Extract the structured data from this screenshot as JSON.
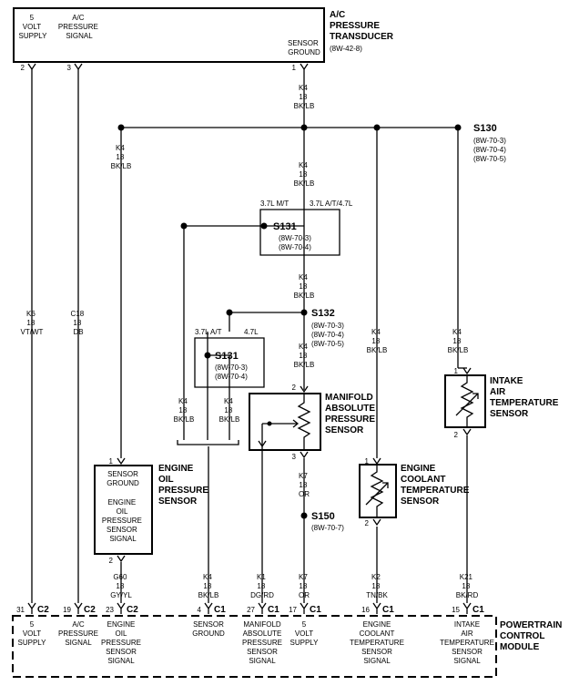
{
  "transducer": {
    "name": [
      "A/C",
      "PRESSURE",
      "TRANSDUCER"
    ],
    "ref": "(8W-42-8)",
    "pin_5v": [
      "5",
      "VOLT",
      "SUPPLY"
    ],
    "pin_signal": [
      "A/C",
      "PRESSURE",
      "SIGNAL"
    ],
    "pin_ground": [
      "SENSOR",
      "GROUND"
    ],
    "pin_num_2": "2",
    "pin_num_3": "3",
    "pin_num_1": "1"
  },
  "wires": {
    "k4": [
      "K4",
      "18",
      "BK/LB"
    ],
    "k6": [
      "K6",
      "18",
      "VT/WT"
    ],
    "c18": [
      "C18",
      "18",
      "DB"
    ],
    "g60": [
      "G60",
      "18",
      "GY/YL"
    ],
    "k1": [
      "K1",
      "18",
      "DG/RD"
    ],
    "k7": [
      "K7",
      "18",
      "OR"
    ],
    "k2": [
      "K2",
      "18",
      "TN/BK"
    ],
    "k21": [
      "K21",
      "18",
      "BK/RD"
    ]
  },
  "splices": {
    "s130": {
      "label": "S130",
      "refs": [
        "(8W-70-3)",
        "(8W-70-4)",
        "(8W-70-5)"
      ]
    },
    "s131": {
      "label": "S131",
      "refs": [
        "(8W-70-3)",
        "(8W-70-4)"
      ]
    },
    "s132": {
      "label": "S132",
      "refs": [
        "(8W-70-3)",
        "(8W-70-4)",
        "(8W-70-5)"
      ]
    },
    "s150": {
      "label": "S150",
      "refs": [
        "(8W-70-7)"
      ]
    }
  },
  "variants": {
    "mt37": "3.7L M/T",
    "at3747": "3.7L A/T/4.7L",
    "at37": "3.7L A/T",
    "l47": "4.7L"
  },
  "sensors": {
    "oil": {
      "name": [
        "ENGINE",
        "OIL",
        "PRESSURE",
        "SENSOR"
      ],
      "ground": [
        "SENSOR",
        "GROUND"
      ],
      "signal": [
        "ENGINE",
        "OIL",
        "PRESSURE",
        "SENSOR",
        "SIGNAL"
      ],
      "pin_top": "1",
      "pin_bottom": "2"
    },
    "map": {
      "name": [
        "MANIFOLD",
        "ABSOLUTE",
        "PRESSURE",
        "SENSOR"
      ],
      "pin_top": "2",
      "pin_bottom": "3"
    },
    "ect": {
      "name": [
        "ENGINE",
        "COOLANT",
        "TEMPERATURE",
        "SENSOR"
      ],
      "pin_top": "1",
      "pin_bottom": "2"
    },
    "iat": {
      "name": [
        "INTAKE",
        "AIR",
        "TEMPERATURE",
        "SENSOR"
      ],
      "pin_top": "1",
      "pin_bottom": "2"
    }
  },
  "pcm": {
    "name": [
      "POWERTRAIN",
      "CONTROL",
      "MODULE"
    ],
    "pins": [
      {
        "num": "31",
        "conn": "C2",
        "label": [
          "5",
          "VOLT",
          "SUPPLY"
        ]
      },
      {
        "num": "19",
        "conn": "C2",
        "label": [
          "A/C",
          "PRESSURE",
          "SIGNAL"
        ]
      },
      {
        "num": "23",
        "conn": "C2",
        "label": [
          "ENGINE",
          "OIL",
          "PRESSURE",
          "SENSOR",
          "SIGNAL"
        ]
      },
      {
        "num": "4",
        "conn": "C1",
        "label": [
          "SENSOR",
          "GROUND"
        ]
      },
      {
        "num": "27",
        "conn": "C1",
        "label": [
          "MANIFOLD",
          "ABSOLUTE",
          "PRESSURE",
          "SENSOR",
          "SIGNAL"
        ]
      },
      {
        "num": "17",
        "conn": "C1",
        "label": [
          "5",
          "VOLT",
          "SUPPLY"
        ]
      },
      {
        "num": "16",
        "conn": "C1",
        "label": [
          "ENGINE",
          "COOLANT",
          "TEMPERATURE",
          "SENSOR",
          "SIGNAL"
        ]
      },
      {
        "num": "15",
        "conn": "C1",
        "label": [
          "INTAKE",
          "AIR",
          "TEMPERATURE",
          "SENSOR",
          "SIGNAL"
        ]
      }
    ]
  }
}
